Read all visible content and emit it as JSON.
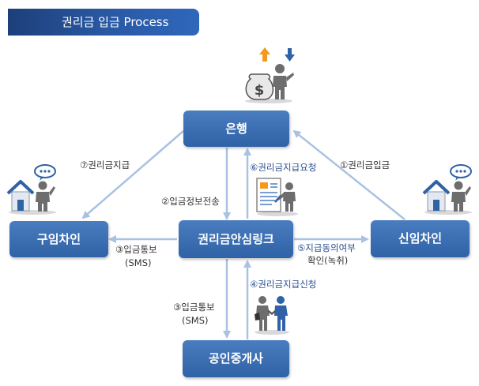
{
  "title": "권리금 입금 Process",
  "nodes": {
    "bank": "은행",
    "prospective_tenant": "구임차인",
    "platform": "권리금안심링크",
    "new_tenant": "신임차인",
    "broker": "공인중개사"
  },
  "steps": {
    "s1": "①권리금입금",
    "s2": "②입금정보전송",
    "s3a": "③입금통보",
    "s3a_sub": "(SMS)",
    "s3b": "③입금통보",
    "s3b_sub": "(SMS)",
    "s4": "④권리금지급신청",
    "s5": "⑤지급동의여부",
    "s5_sub": "확인(녹취)",
    "s6": "⑥권리금지급요청",
    "s7": "⑦권리금지급"
  },
  "icons": {
    "bank": "money-bag-person-icon",
    "prospective_tenant": "house-person-speech-icon",
    "new_tenant": "house-person-speech-icon",
    "platform": "document-pen-icon",
    "broker": "handshake-people-icon"
  },
  "colors": {
    "node": "#2f62a6",
    "arrow": "#a9c2e2",
    "title_bar": "#1d3f7a"
  }
}
